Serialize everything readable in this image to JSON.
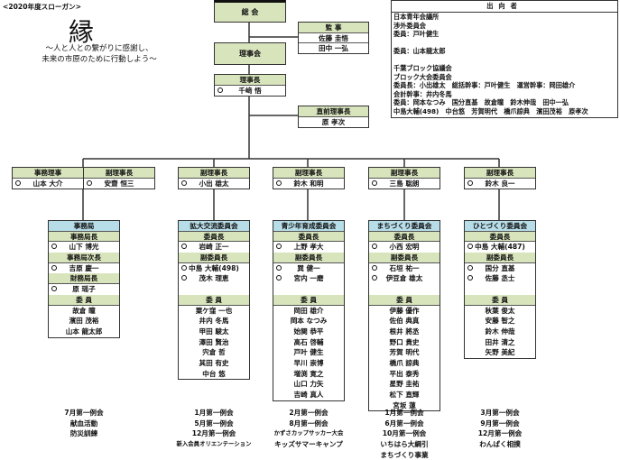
{
  "slogan": {
    "label": "<2020年度スローガン>",
    "kanji": "縁",
    "line1": "～人と人との繋がりに感謝し、",
    "line2": "未来の市原のために行動しよう～"
  },
  "top": {
    "general_meeting": "総 会",
    "board": "理事会",
    "auditors": {
      "title": "監 事",
      "members": [
        "佐藤 圭悟",
        "田中 一弘"
      ]
    },
    "president": {
      "title": "理事長",
      "name": "千﨑 悟"
    },
    "past_president": {
      "title": "直前理事長",
      "name": "原 孝次"
    }
  },
  "vice": [
    {
      "title": "事務理事",
      "name": "山本 大介"
    },
    {
      "title": "副理事長",
      "name": "安齋 恒三"
    },
    {
      "title": "副理事長",
      "name": "小出 雄太"
    },
    {
      "title": "副理事長",
      "name": "鈴木 和明"
    },
    {
      "title": "副理事長",
      "name": "三島 聡朗"
    },
    {
      "title": "副理事長",
      "name": "鈴木 良一"
    }
  ],
  "committees": [
    {
      "name": "事務局",
      "sections": [
        {
          "title": "事務局長",
          "members": [
            {
              "name": "山下 博光",
              "circle": true
            }
          ]
        },
        {
          "title": "事務局次長",
          "members": [
            {
              "name": "吉原 慶一",
              "circle": true
            }
          ]
        },
        {
          "title": "財務局長",
          "members": [
            {
              "name": "原 瑶子",
              "circle": true
            }
          ]
        },
        {
          "title": "委 員",
          "members": [
            {
              "name": "故倉 瞳"
            },
            {
              "name": "濱田 茂裕"
            },
            {
              "name": "山本 龍太郎"
            }
          ]
        }
      ],
      "events": [
        "7月第一例会",
        "献血活動",
        "防災訓練"
      ]
    },
    {
      "name": "拡大交流委員会",
      "sections": [
        {
          "title": "委員長",
          "members": [
            {
              "name": "岩崎 正一",
              "circle": true
            }
          ]
        },
        {
          "title": "副委員長",
          "members": [
            {
              "name": "中島 大輔(498)",
              "circle": true
            },
            {
              "name": "茂木 理恵",
              "circle": true
            }
          ]
        },
        {
          "title": "委 員",
          "members": [
            {
              "name": "粟ケ窪 一也"
            },
            {
              "name": "井内 冬馬"
            },
            {
              "name": "甲田 駿太"
            },
            {
              "name": "澤田 賢治"
            },
            {
              "name": "宍倉 哲"
            },
            {
              "name": "其田 有史"
            },
            {
              "name": "中台 悠"
            }
          ]
        }
      ],
      "events": [
        "1月第一例会",
        "5月第一例会",
        "12月第一例会",
        "新入会員オリエンテーション"
      ]
    },
    {
      "name": "青少年育成委員会",
      "sections": [
        {
          "title": "委員長",
          "members": [
            {
              "name": "上野 孝大",
              "circle": true
            }
          ]
        },
        {
          "title": "副委員長",
          "members": [
            {
              "name": "巽 健一",
              "circle": true
            },
            {
              "name": "宮内 一磨",
              "circle": true
            }
          ]
        },
        {
          "title": "委 員",
          "members": [
            {
              "name": "岡田 雄介"
            },
            {
              "name": "岡本 なつみ"
            },
            {
              "name": "始関 恭平"
            },
            {
              "name": "高石 啓輔"
            },
            {
              "name": "戸叶 健生"
            },
            {
              "name": "早川 崇博"
            },
            {
              "name": "増渕 寛之"
            },
            {
              "name": "山口 力矢"
            },
            {
              "name": "吉崎 真人"
            }
          ]
        }
      ],
      "events": [
        "2月第一例会",
        "8月第一例会",
        "かずさカップサッカー大会",
        "キッズサマーキャンプ"
      ]
    },
    {
      "name": "まちづくり委員会",
      "sections": [
        {
          "title": "委員長",
          "members": [
            {
              "name": "小西 宏明",
              "circle": true
            }
          ]
        },
        {
          "title": "副委員長",
          "members": [
            {
              "name": "石垣 祐一",
              "circle": true
            },
            {
              "name": "伊豆倉 雄太",
              "circle": true
            }
          ]
        },
        {
          "title": "委 員",
          "members": [
            {
              "name": "伊藤 優作"
            },
            {
              "name": "佐伯 典真"
            },
            {
              "name": "根井 將丞"
            },
            {
              "name": "野口 貴史"
            },
            {
              "name": "芳賀 明代"
            },
            {
              "name": "橋爪 諒典"
            },
            {
              "name": "平出 泰秀"
            },
            {
              "name": "星野 圭祐"
            },
            {
              "name": "松下 直輝"
            },
            {
              "name": "宮坂 蓮"
            }
          ]
        }
      ],
      "events": [
        "1月第一例会",
        "6月第一例会",
        "10月第一例会",
        "いちはら大綱引",
        "まちづくり事業"
      ]
    },
    {
      "name": "ひとづくり委員会",
      "sections": [
        {
          "title": "委員長",
          "members": [
            {
              "name": "中島 大輔(487)",
              "circle": true
            }
          ]
        },
        {
          "title": "副委員長",
          "members": [
            {
              "name": "国分 直基",
              "circle": true
            },
            {
              "name": "佐藤 丞士",
              "circle": true
            }
          ]
        },
        {
          "title": "委 員",
          "members": [
            {
              "name": "秋葉 俊太"
            },
            {
              "name": "安藤 智之"
            },
            {
              "name": "鈴木 伸哉"
            },
            {
              "name": "田井 清之"
            },
            {
              "name": "矢野 美紀"
            }
          ]
        }
      ],
      "events": [
        "3月第一例会",
        "9月第一例会",
        "12月第一例会",
        "わんぱく相撲"
      ]
    }
  ],
  "secondment": {
    "title": "出向者",
    "lines": [
      "日本青年会議所",
      "渉外委員会",
      "委員：戸叶健生",
      "",
      "委員：山本龍太郎",
      "",
      "千葉ブロック協議会",
      "ブロック大会委員会",
      "委員長：小出雄太　総括幹事：戸叶健生　運営幹事：岡田雄介",
      "会計幹事：井内冬馬",
      "委員：岡本なつみ　国分直基　故倉瞳　鈴木伸哉　田中一弘",
      "中島大輔(498)　中台悠　芳賀明代　橋爪諒典　濱田茂裕　原孝次"
    ]
  },
  "colors": {
    "header_green": "#d8e4bc",
    "header_blue": "#b7dde8",
    "line": "#333333"
  }
}
